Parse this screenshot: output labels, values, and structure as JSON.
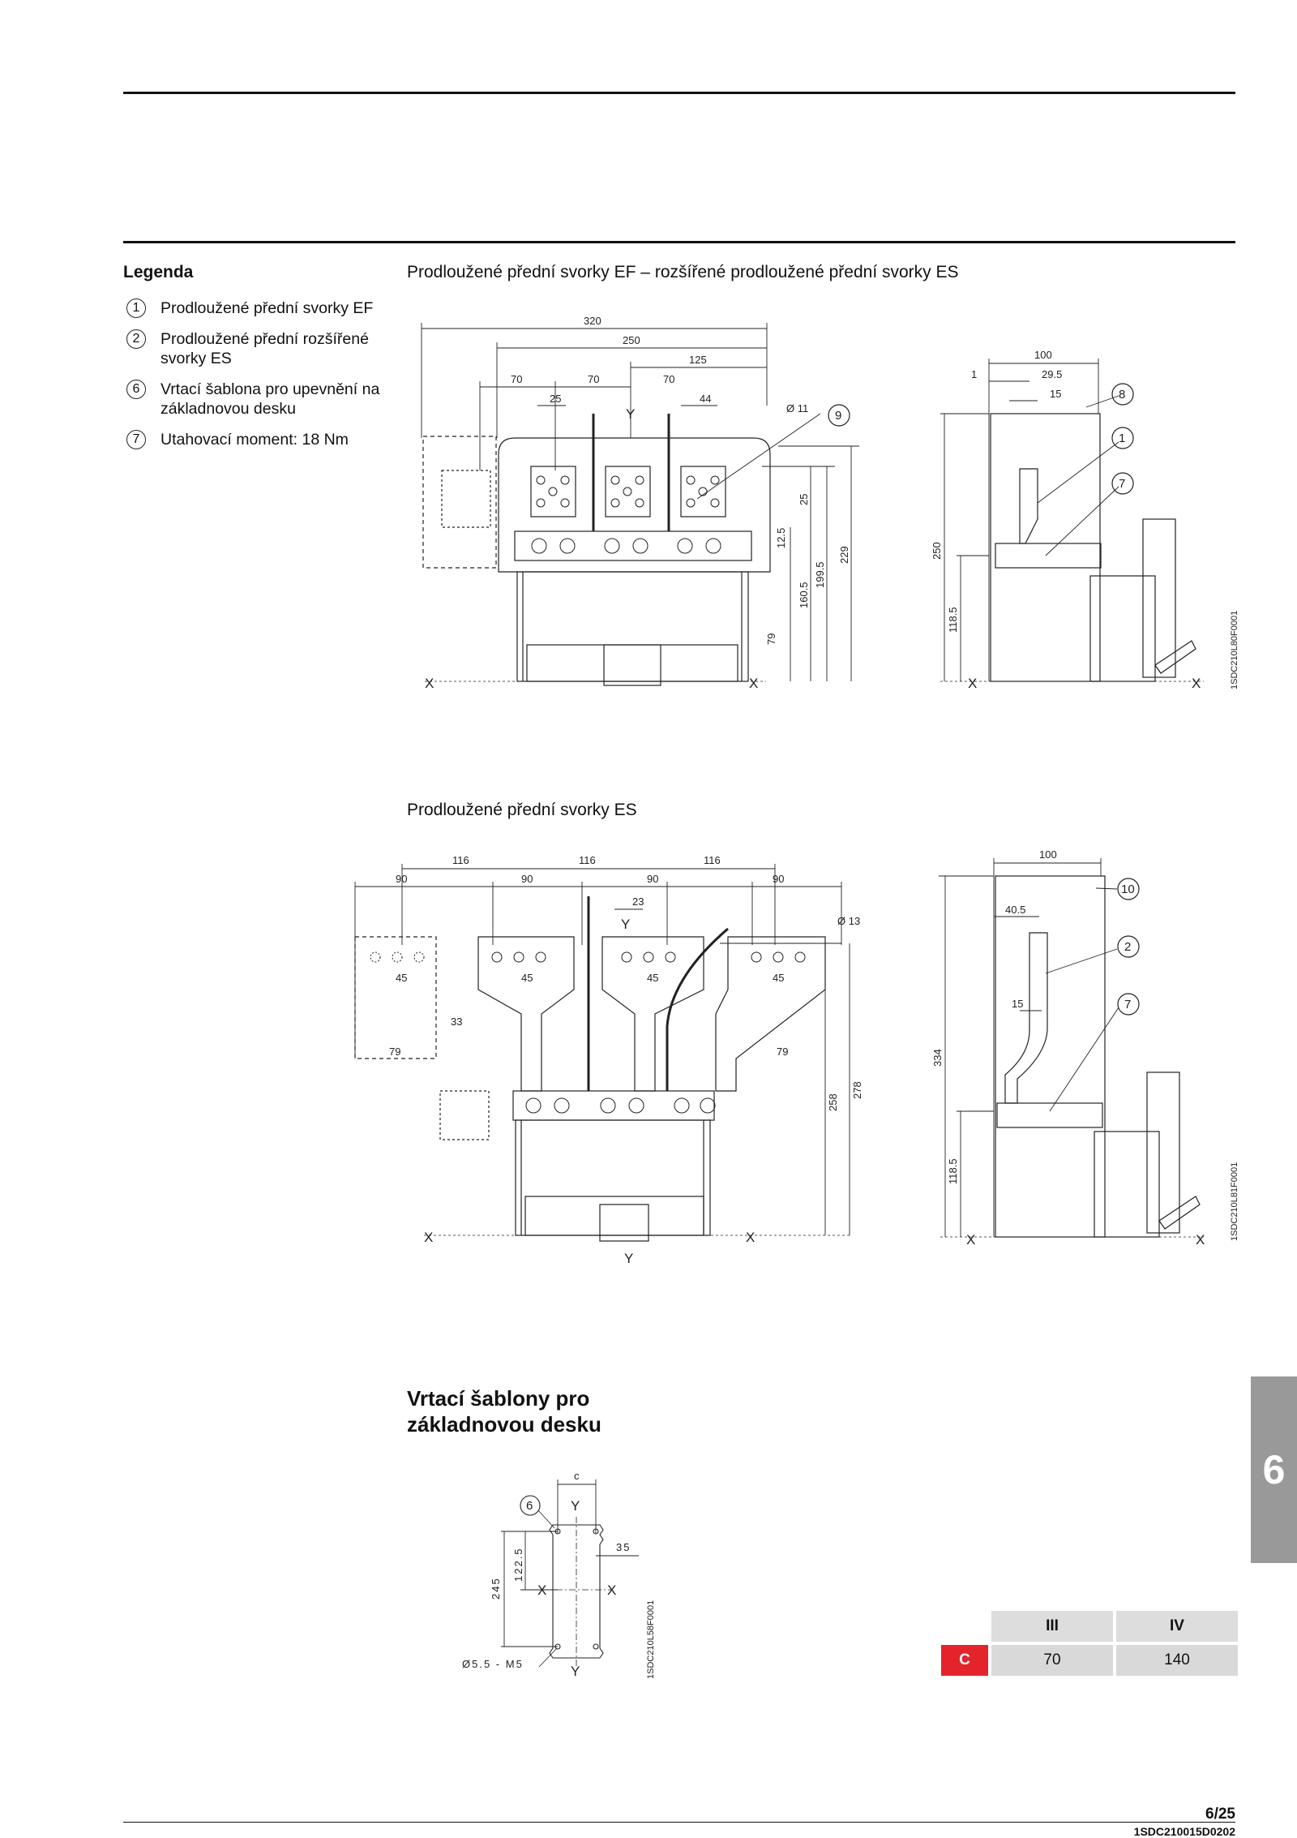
{
  "legend": {
    "title": "Legenda",
    "items": [
      {
        "num": "1",
        "text": "Prodloužené přední svorky EF"
      },
      {
        "num": "2",
        "text": "Prodloužené přední rozšířené svorky ES"
      },
      {
        "num": "6",
        "text": "Vrtací šablona pro upevnění na základnovou desku"
      },
      {
        "num": "7",
        "text": "Utahovací moment: 18 Nm"
      }
    ]
  },
  "figure1": {
    "caption": "Prodloužené přední svorky EF – rozšířené prodloužené přední svorky ES",
    "dims": {
      "d320": "320",
      "d250": "250",
      "d125": "125",
      "d70a": "70",
      "d70b": "70",
      "d70c": "70",
      "d25": "25",
      "d44": "44",
      "phi": "Ø 11",
      "v25": "25",
      "v125": "12.5",
      "v1605": "160.5",
      "v1995": "199.5",
      "v229": "229",
      "v79": "79",
      "s100": "100",
      "s1": "1",
      "s295": "29.5",
      "s15": "15",
      "s250": "250",
      "s1185": "118.5"
    },
    "axis": {
      "x": "X",
      "y": "Y"
    },
    "callouts": [
      "9",
      "8",
      "1",
      "7"
    ],
    "code": "1SDC210L80F0001"
  },
  "figure2": {
    "caption": "Prodloužené přední svorky ES",
    "dims": {
      "d116a": "116",
      "d116b": "116",
      "d116c": "116",
      "d90a": "90",
      "d90b": "90",
      "d90c": "90",
      "d90d": "90",
      "d23": "23",
      "phi": "Ø 13",
      "d45a": "45",
      "d45b": "45",
      "d45c": "45",
      "d45d": "45",
      "d33": "33",
      "d79a": "79",
      "d79b": "79",
      "v258": "258",
      "v278": "278",
      "s100": "100",
      "s405": "40.5",
      "s15": "15",
      "s334": "334",
      "s1185": "118.5"
    },
    "axis": {
      "x": "X",
      "y": "Y"
    },
    "callouts": [
      "10",
      "2",
      "7"
    ],
    "code": "1SDC210L81F0001"
  },
  "section": {
    "title": "Vrtací šablony pro základnovou desku"
  },
  "figure3": {
    "dims": {
      "c": "c",
      "d35": "35",
      "d1225": "122.5",
      "d245": "245",
      "hole": "Ø5.5 - M5"
    },
    "axis": {
      "x": "X",
      "y": "Y"
    },
    "callout": "6",
    "code": "1SDC210L58F0001"
  },
  "table": {
    "headers": [
      "III",
      "IV"
    ],
    "row_label": "C",
    "values": [
      "70",
      "140"
    ]
  },
  "side_tab": "6",
  "footer": {
    "page": "6/25",
    "code": "1SDC210015D0202"
  }
}
